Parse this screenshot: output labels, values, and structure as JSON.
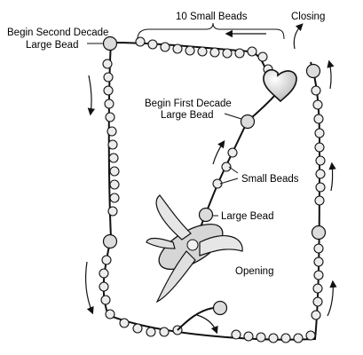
{
  "labels": {
    "ten_small_beads": "10 Small Beads",
    "closing": "Closing",
    "begin_second_decade": "Begin Second Decade",
    "large_bead_second": "Large Bead",
    "begin_first_decade": "Begin First Decade",
    "large_bead_first": "Large Bead",
    "small_beads": "Small Beads",
    "large_bead": "Large Bead",
    "opening": "Opening"
  }
}
